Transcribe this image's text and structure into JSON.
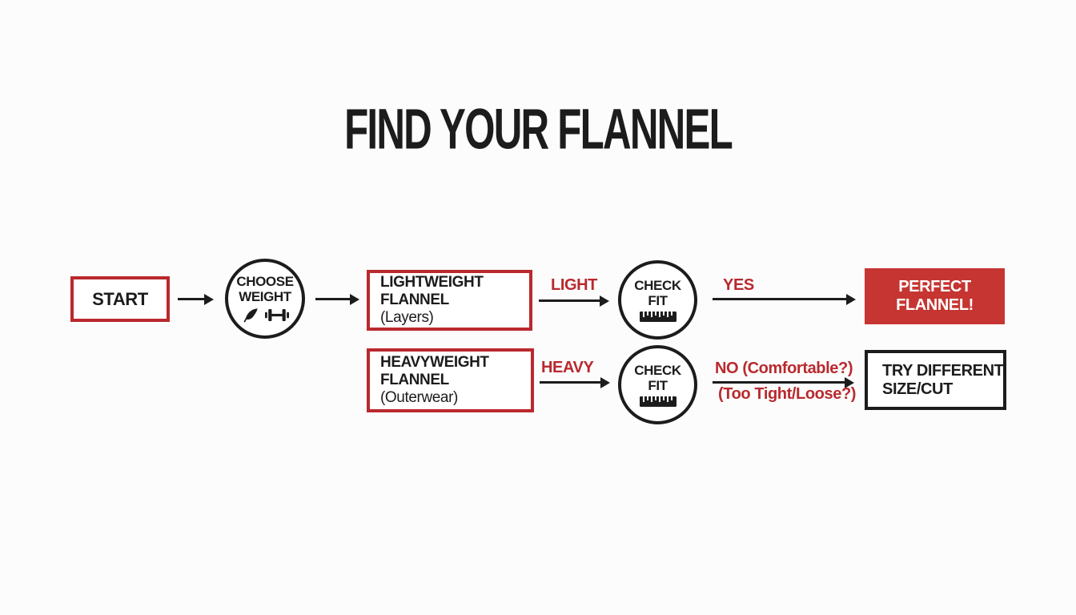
{
  "title": "FIND YOUR FLANNEL",
  "colors": {
    "red": "#b9292e",
    "red_fill": "#c63531",
    "black": "#1c1c1c",
    "background": "#fcfcfc",
    "white_text": "#ffffff"
  },
  "nodes": {
    "start": {
      "label": "START"
    },
    "choose_weight": {
      "lines": [
        "CHOOSE",
        "WEIGHT"
      ],
      "icons": [
        "feather-icon",
        "dumbbell-icon"
      ]
    },
    "lightweight": {
      "lines": [
        "LIGHTWEIGHT",
        "FLANNEL",
        "(Layers)"
      ]
    },
    "heavyweight": {
      "lines": [
        "HEAVYWEIGHT",
        "FLANNEL",
        "(Outerwear)"
      ]
    },
    "check_fit_light": {
      "lines": [
        "CHECK",
        "FIT"
      ],
      "icon": "ruler-icon"
    },
    "check_fit_heavy": {
      "lines": [
        "CHECK",
        "FIT"
      ],
      "icon": "ruler-icon"
    },
    "perfect_flannel": {
      "lines": [
        "PERFECT",
        "FLANNEL!"
      ]
    },
    "try_different": {
      "lines": [
        "TRY DIFFERENT",
        "SIZE/CUT"
      ]
    }
  },
  "edge_labels": {
    "light": "LIGHT",
    "heavy": "HEAVY",
    "yes": "YES",
    "no": "NO (Comfortable?)",
    "no_note": "(Too Tight/Loose?)"
  }
}
